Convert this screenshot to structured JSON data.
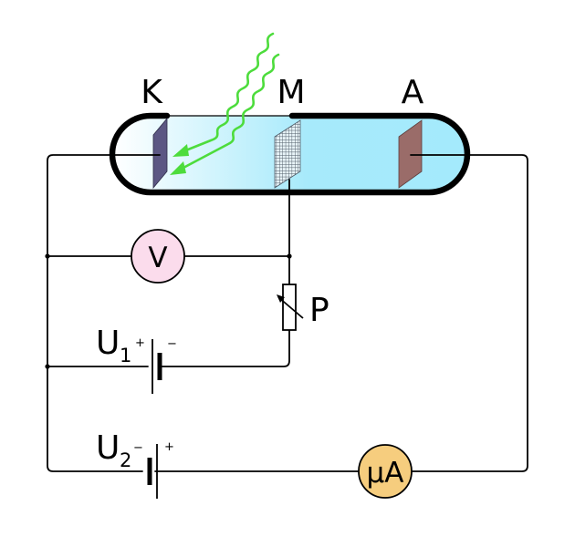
{
  "labels": {
    "cathode": "K",
    "mesh": "M",
    "anode": "A",
    "voltmeter": "V",
    "microammeter": "μA",
    "rheostat": "P",
    "source1_letter": "U",
    "source1_index": "1",
    "source2_letter": "U",
    "source2_index": "2",
    "plus": "+",
    "minus": "−"
  },
  "colors": {
    "tube_glass_from": "#ffffff",
    "tube_glass_to": "#a7eafb",
    "cathode": "#5c5783",
    "mesh": "#6f7b86",
    "anode": "#9a6c69",
    "light_rays": "#4ddc3c",
    "voltmeter_fill": "#fbdcec",
    "microammeter_fill": "#f6cd7e"
  }
}
